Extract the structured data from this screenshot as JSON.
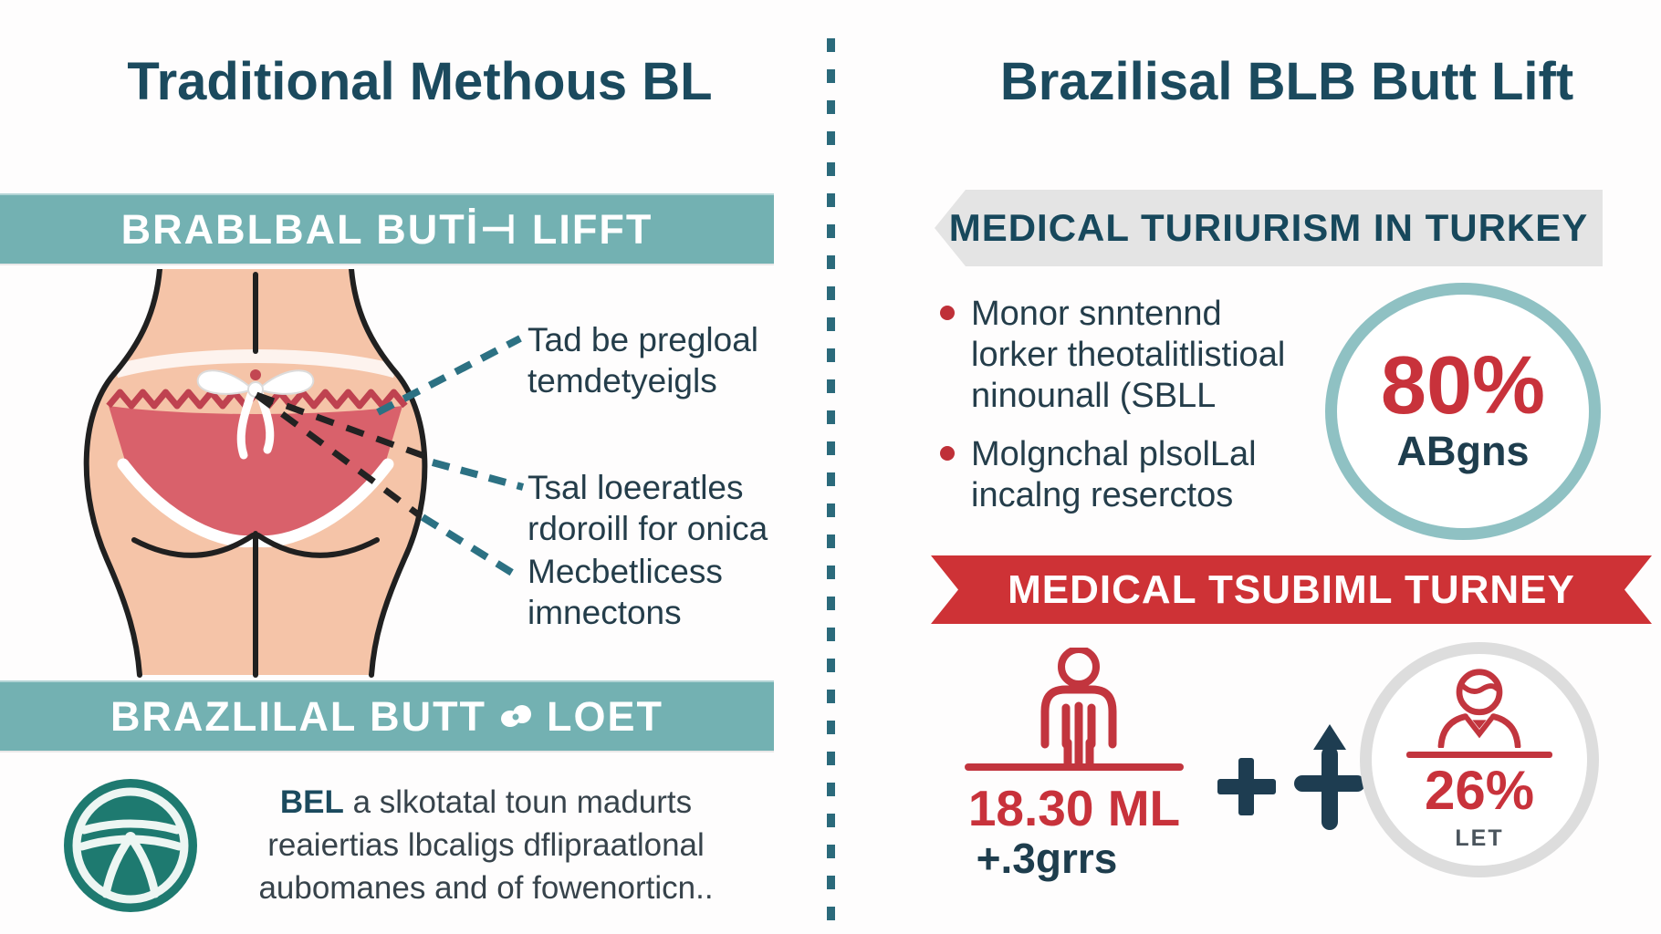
{
  "left": {
    "title": "Traditional Methous BL",
    "top_banner": "BRABLBAL BUTİ⊣ LIFFT",
    "callouts": [
      {
        "text": "Tad be pregloal\ntemdetyeigls"
      },
      {
        "text": "Tsal loeeratles\nrdoroill for onica"
      },
      {
        "text": "Mecbetlicess\nimnectons"
      }
    ],
    "bottom_banner": {
      "left": "BRAZLILAL BUTT",
      "right": "LOET"
    },
    "footer": {
      "lead": "BEL",
      "text": " a slkotatal toun madurts reaiertias lbcaligs dflipraatlonal aubomanes and of fowenorticn.."
    }
  },
  "right": {
    "title": "Brazilisal BLB Butt Lift",
    "gray_banner": "MEDICAL TURIURISM IN TURKEY",
    "bullets": [
      {
        "text": "Monor snntennd\nlorker theotalitlistioal\nninounall (SBLL"
      },
      {
        "text": "Molgnchal plsolLal\nincalng reserctos"
      }
    ],
    "percent_circle": {
      "value": "80%",
      "label": "ABgns"
    },
    "red_banner": "MEDICAL TSUBIML TURNEY",
    "volume_stat": {
      "value": "18.30 ML",
      "sub": "+.3grrs"
    },
    "surgeon_circle": {
      "value": "26%",
      "label": "LET"
    }
  },
  "colors": {
    "teal_banner": "#73b1b2",
    "dark_teal_text": "#1b4a5e",
    "accent_red": "#c8323b",
    "red_banner": "#ce3236",
    "gray_banner": "#e4e4e4",
    "teal_circle_stroke": "#8fc1c3",
    "gray_circle_stroke": "#dddddd",
    "badge_teal": "#1e7a70",
    "navy_plus": "#1e3d51"
  }
}
